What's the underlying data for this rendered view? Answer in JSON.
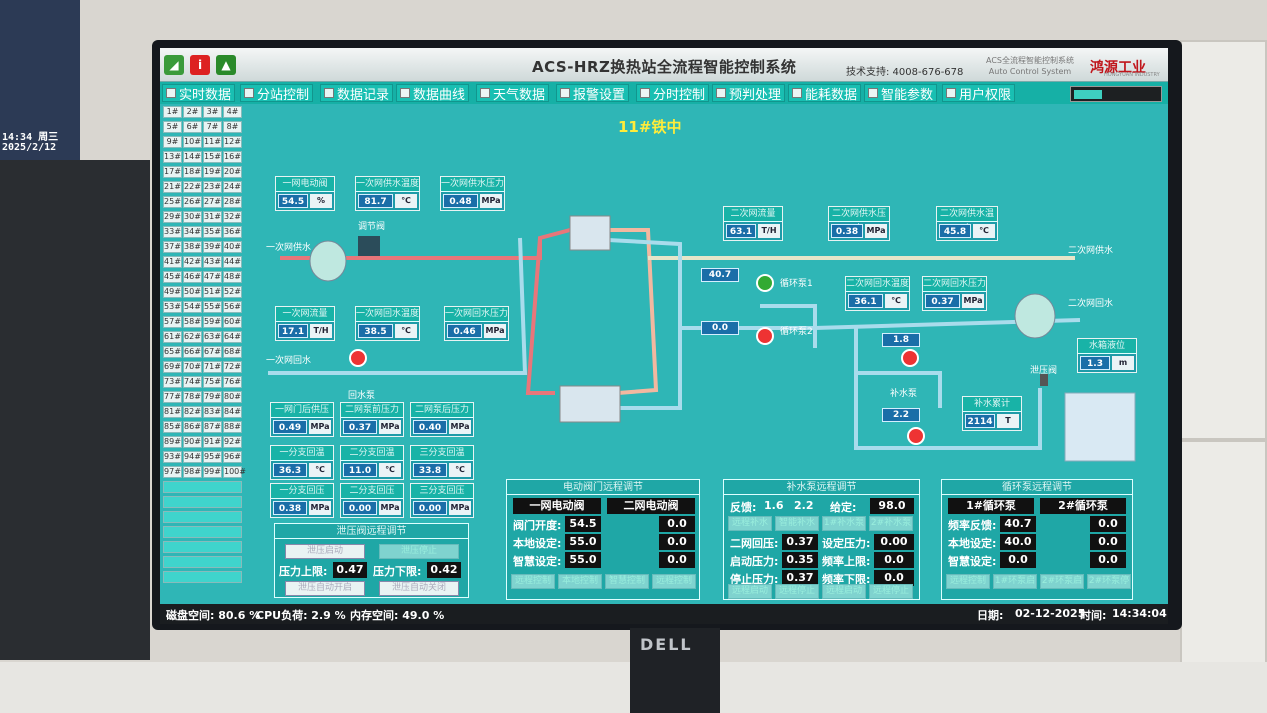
{
  "left_screen": {
    "time": "14:34 周三",
    "date": "2025/2/12"
  },
  "monitor_brand": "DELL",
  "titlebar": {
    "title": "ACS-HRZ换热站全流程智能控制系统",
    "support": "技术支持: 4008-676-678",
    "brand_sub_1": "ACS全流程智能控制系统",
    "brand_sub_2": "Auto Control System",
    "brand": "鸿源工业",
    "brand_en": "HONGYUAN INDUSTRY",
    "icons": [
      "signal-icon",
      "info-icon",
      "alarm-icon"
    ]
  },
  "menu": [
    {
      "label": "实时数据",
      "icon": "realtime-icon"
    },
    {
      "label": "分站控制",
      "icon": "substation-icon"
    },
    {
      "label": "数据记录",
      "icon": "record-icon"
    },
    {
      "label": "数据曲线",
      "icon": "curve-icon"
    },
    {
      "label": "天气数据",
      "icon": "weather-icon"
    },
    {
      "label": "报警设置",
      "icon": "alarm-setting-icon"
    },
    {
      "label": "分时控制",
      "icon": "clock-icon"
    },
    {
      "label": "预判处理",
      "icon": "predict-icon"
    },
    {
      "label": "能耗数据",
      "icon": "energy-icon"
    },
    {
      "label": "智能参数",
      "icon": "param-icon"
    },
    {
      "label": "用户权限",
      "icon": "user-icon"
    }
  ],
  "stations": [
    "1#",
    "2#",
    "3#",
    "4#",
    "5#",
    "6#",
    "7#",
    "8#",
    "9#",
    "10#",
    "11#",
    "12#",
    "13#",
    "14#",
    "15#",
    "16#",
    "17#",
    "18#",
    "19#",
    "20#",
    "21#",
    "22#",
    "23#",
    "24#",
    "25#",
    "26#",
    "27#",
    "28#",
    "29#",
    "30#",
    "31#",
    "32#",
    "33#",
    "34#",
    "35#",
    "36#",
    "37#",
    "38#",
    "39#",
    "40#",
    "41#",
    "42#",
    "43#",
    "44#",
    "45#",
    "46#",
    "47#",
    "48#",
    "49#",
    "50#",
    "51#",
    "52#",
    "53#",
    "54#",
    "55#",
    "56#",
    "57#",
    "58#",
    "59#",
    "60#",
    "61#",
    "62#",
    "63#",
    "64#",
    "65#",
    "66#",
    "67#",
    "68#",
    "69#",
    "70#",
    "71#",
    "72#",
    "73#",
    "74#",
    "75#",
    "76#",
    "77#",
    "78#",
    "79#",
    "80#",
    "81#",
    "82#",
    "83#",
    "84#",
    "85#",
    "86#",
    "87#",
    "88#",
    "89#",
    "90#",
    "91#",
    "92#",
    "93#",
    "94#",
    "95#",
    "96#",
    "97#",
    "98#",
    "99#",
    "100#"
  ],
  "station_name": "11#铁中",
  "primary": {
    "valve_open": {
      "label": "一网电动阀",
      "value": "54.5",
      "unit": "%"
    },
    "supply_temp": {
      "label": "一次网供水温度",
      "value": "81.7",
      "unit": "℃"
    },
    "supply_press": {
      "label": "一次网供水压力",
      "value": "0.48",
      "unit": "MPa"
    },
    "flow": {
      "label": "一次网流量",
      "value": "17.1",
      "unit": "T/H"
    },
    "return_temp": {
      "label": "一次网回水温度",
      "value": "38.5",
      "unit": "℃"
    },
    "return_press": {
      "label": "一次网回水压力",
      "value": "0.46",
      "unit": "MPa"
    },
    "supply_label": "一次网供水",
    "return_label": "一次网回水",
    "valve_label": "调节阀",
    "return_pump_label": "回水泵"
  },
  "secondary": {
    "flow": {
      "label": "二次网流量",
      "value": "63.1",
      "unit": "T/H"
    },
    "supply_press": {
      "label": "二次网供水压力",
      "value": "0.38",
      "unit": "MPa"
    },
    "supply_temp": {
      "label": "二次网供水温度",
      "value": "45.8",
      "unit": "℃"
    },
    "return_temp": {
      "label": "二次网回水温度",
      "value": "36.1",
      "unit": "℃"
    },
    "return_press": {
      "label": "二次网回水压力",
      "value": "0.37",
      "unit": "MPa"
    },
    "supply_label": "二次网供水",
    "return_label": "二次网回水",
    "pump1_label": "循环泵1",
    "pump2_label": "循环泵2",
    "pump1_freq": "40.7",
    "pump2_freq": "0.0",
    "makeup_label": "补水泵",
    "makeup1_freq": "1.8",
    "makeup2_freq": "2.2",
    "relief_label": "泄压阀",
    "tank_level": {
      "label": "水箱液位",
      "value": "1.3",
      "unit": "m"
    },
    "makeup_total": {
      "label": "补水累计",
      "value": "2114",
      "unit": "T"
    }
  },
  "bottom_left": [
    {
      "label": "一网门后供压",
      "value": "0.49",
      "unit": "MPa"
    },
    {
      "label": "二网泵前压力",
      "value": "0.37",
      "unit": "MPa"
    },
    {
      "label": "二网泵后压力",
      "value": "0.40",
      "unit": "MPa"
    },
    {
      "label": "一分支回温",
      "value": "36.3",
      "unit": "℃"
    },
    {
      "label": "二分支回温",
      "value": "11.0",
      "unit": "℃"
    },
    {
      "label": "三分支回温",
      "value": "33.8",
      "unit": "℃"
    },
    {
      "label": "一分支回压",
      "value": "0.38",
      "unit": "MPa"
    },
    {
      "label": "二分支回压",
      "value": "0.00",
      "unit": "MPa"
    },
    {
      "label": "三分支回压",
      "value": "0.00",
      "unit": "MPa"
    }
  ],
  "relief_panel": {
    "title": "泄压阀远程调节",
    "btn_open": "泄压启动",
    "btn_close": "泄压停止",
    "upper_label": "压力上限:",
    "upper": "0.47",
    "lower_label": "压力下限:",
    "lower": "0.42",
    "btn_auto_on": "泄压自动开启",
    "btn_auto_off": "泄压自动关闭"
  },
  "valve_panel": {
    "title": "电动阀门远程调节",
    "col1": "一网电动阀",
    "col2": "二网电动阀",
    "rows": [
      {
        "label": "阀门开度:",
        "v1": "54.5",
        "v2": "0.0"
      },
      {
        "label": "本地设定:",
        "v1": "55.0",
        "v2": "0.0"
      },
      {
        "label": "智慧设定:",
        "v1": "55.0",
        "v2": "0.0"
      }
    ],
    "buttons": [
      "远程控制",
      "本地控制",
      "智慧控制",
      "远程控制"
    ]
  },
  "makeup_panel": {
    "title": "补水泵远程调节",
    "feedback_label": "反馈:",
    "feedback1": "1.6",
    "feedback2": "2.2",
    "given_label": "给定:",
    "given": "98.0",
    "buttons_top": [
      "远程补水",
      "智能补水",
      "1#补水泵",
      "2#补水泵"
    ],
    "rows": [
      {
        "label": "二网回压:",
        "v": "0.37",
        "label2": "设定压力:",
        "v2": "0.00"
      },
      {
        "label": "启动压力:",
        "v": "0.35",
        "label2": "频率上限:",
        "v2": "0.0"
      },
      {
        "label": "停止压力:",
        "v": "0.37",
        "label2": "频率下限:",
        "v2": "0.0"
      }
    ],
    "buttons_bottom": [
      "远程启动",
      "远程停止",
      "远程启动",
      "远程停止"
    ]
  },
  "circ_panel": {
    "title": "循环泵远程调节",
    "col1": "1#循环泵",
    "col2": "2#循环泵",
    "rows": [
      {
        "label": "频率反馈:",
        "v1": "40.7",
        "v2": "0.0"
      },
      {
        "label": "本地设定:",
        "v1": "40.0",
        "v2": "0.0"
      },
      {
        "label": "智慧设定:",
        "v1": "0.0",
        "v2": "0.0"
      }
    ],
    "buttons": [
      "远程控制",
      "1#环泵启",
      "2#环泵启",
      "2#环泵停"
    ]
  },
  "status": {
    "disk": "磁盘空间: 80.6 %",
    "cpu": "CPU负荷: 2.9 %",
    "mem": "内存空间: 49.0 %",
    "date_label": "日期:",
    "date": "02-12-2025",
    "time_label": "时间:",
    "time": "14:34:04"
  },
  "colors": {
    "screen_bg": "#2fb6b6",
    "value_box": "#1a6ea8",
    "hot_pipe": "#e8767a",
    "cold_pipe": "#a9dcec",
    "title_yellow": "#ffec3a"
  }
}
